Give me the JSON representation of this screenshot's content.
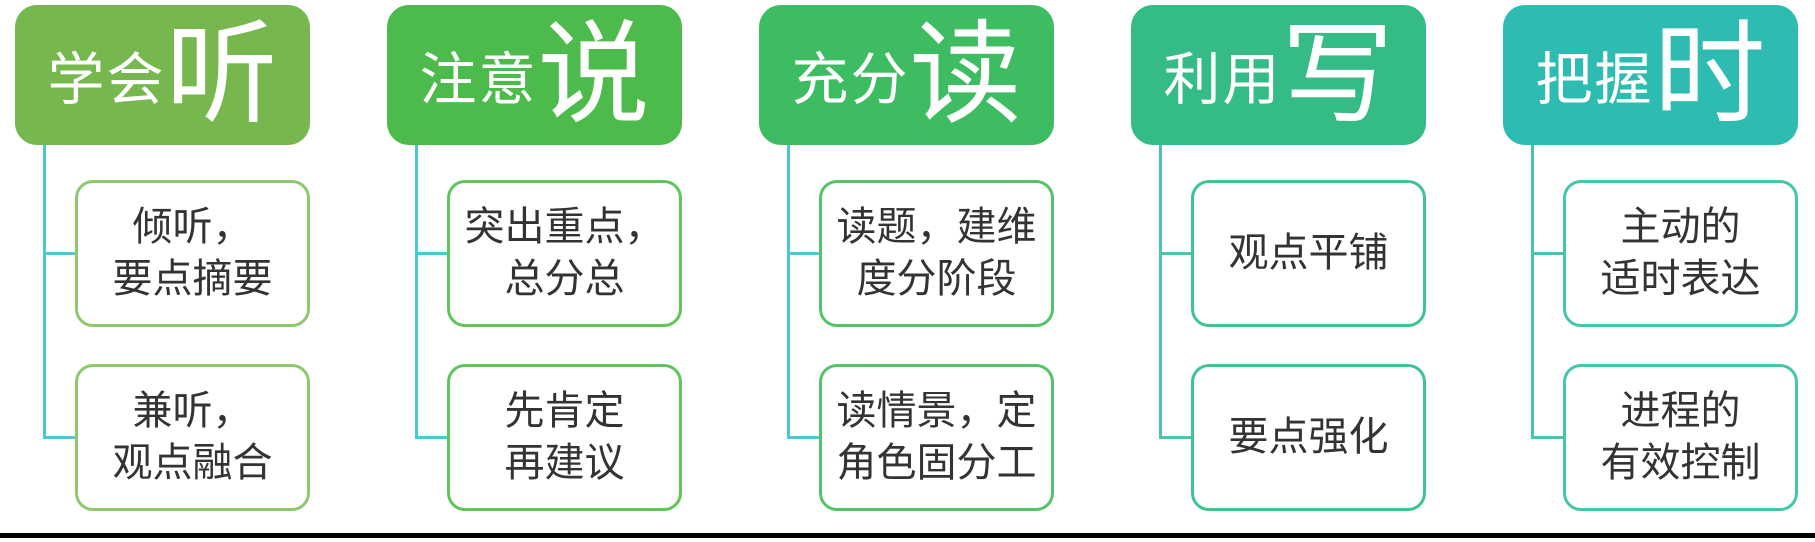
{
  "page": {
    "background_color": "#ffffff",
    "bottom_rule_color": "#000000",
    "child_text_color": "#333333",
    "header_text_color": "#ffffff"
  },
  "columns": [
    {
      "id": "listen",
      "header": {
        "prefix": "学会",
        "keyword": "听",
        "bg": "#76b84d"
      },
      "connector_color": "#4ac9d2",
      "child_border": "#8cc96e",
      "children": [
        {
          "line1": "倾听，",
          "line2": "要点摘要"
        },
        {
          "line1": "兼听，",
          "line2": "观点融合"
        }
      ]
    },
    {
      "id": "speak",
      "header": {
        "prefix": "注意",
        "keyword": "说",
        "bg": "#4cbb4c"
      },
      "connector_color": "#4ac9d2",
      "child_border": "#5fc65a",
      "children": [
        {
          "line1": "突出重点，",
          "line2": "总分总"
        },
        {
          "line1": "先肯定",
          "line2": "再建议"
        }
      ]
    },
    {
      "id": "read",
      "header": {
        "prefix": "充分",
        "keyword": "读",
        "bg": "#3ebc62"
      },
      "connector_color": "#4ac9d2",
      "child_border": "#55c468",
      "children": [
        {
          "line1": "读题，建维",
          "line2": "度分阶段"
        },
        {
          "line1": "读情景，定",
          "line2": "角色固分工"
        }
      ]
    },
    {
      "id": "write",
      "header": {
        "prefix": "利用",
        "keyword": "写",
        "bg": "#35bb86"
      },
      "connector_color": "#4cc5ab",
      "child_border": "#3ec48f",
      "children": [
        {
          "line1": "观点平铺",
          "line2": ""
        },
        {
          "line1": "要点强化",
          "line2": ""
        }
      ]
    },
    {
      "id": "time",
      "header": {
        "prefix": "把握",
        "keyword": "时",
        "bg": "#2ebcb2"
      },
      "connector_color": "#44c5b0",
      "child_border": "#40c8aa",
      "children": [
        {
          "line1": "主动的",
          "line2": "适时表达"
        },
        {
          "line1": "进程的",
          "line2": "有效控制"
        }
      ]
    }
  ]
}
